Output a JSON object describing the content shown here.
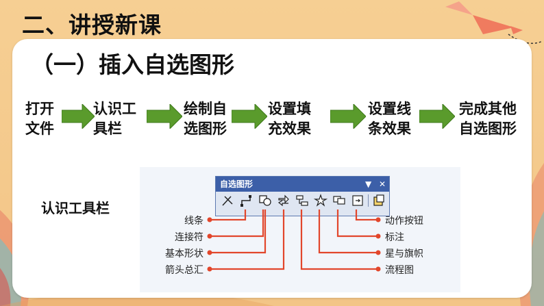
{
  "section_title": "二、讲授新课",
  "subsection_title": "（一）插入自选图形",
  "steps": [
    {
      "line1": "打开",
      "line2": "文件"
    },
    {
      "line1": "认识工",
      "line2": "具栏"
    },
    {
      "line1": "绘制自",
      "line2": "选图形"
    },
    {
      "line1": "设置填",
      "line2": "充效果"
    },
    {
      "line1": "设置线",
      "line2": "条效果"
    },
    {
      "line1": "完成其他",
      "line2": "自选图形"
    }
  ],
  "toolbar_section_label": "认识工具栏",
  "toolbar": {
    "title": "自选图形",
    "dropdown": "▼",
    "close": "✕"
  },
  "callouts_left": [
    "线条",
    "连接符",
    "基本形状",
    "箭头总汇"
  ],
  "callouts_right": [
    "动作按钮",
    "标注",
    "星与旗帜",
    "流程图"
  ],
  "colors": {
    "arrow_green": "#5a9b2c",
    "callout_line": "#e2462b",
    "toolbar_title": "#3c5fa8",
    "background": "#f3c889"
  }
}
